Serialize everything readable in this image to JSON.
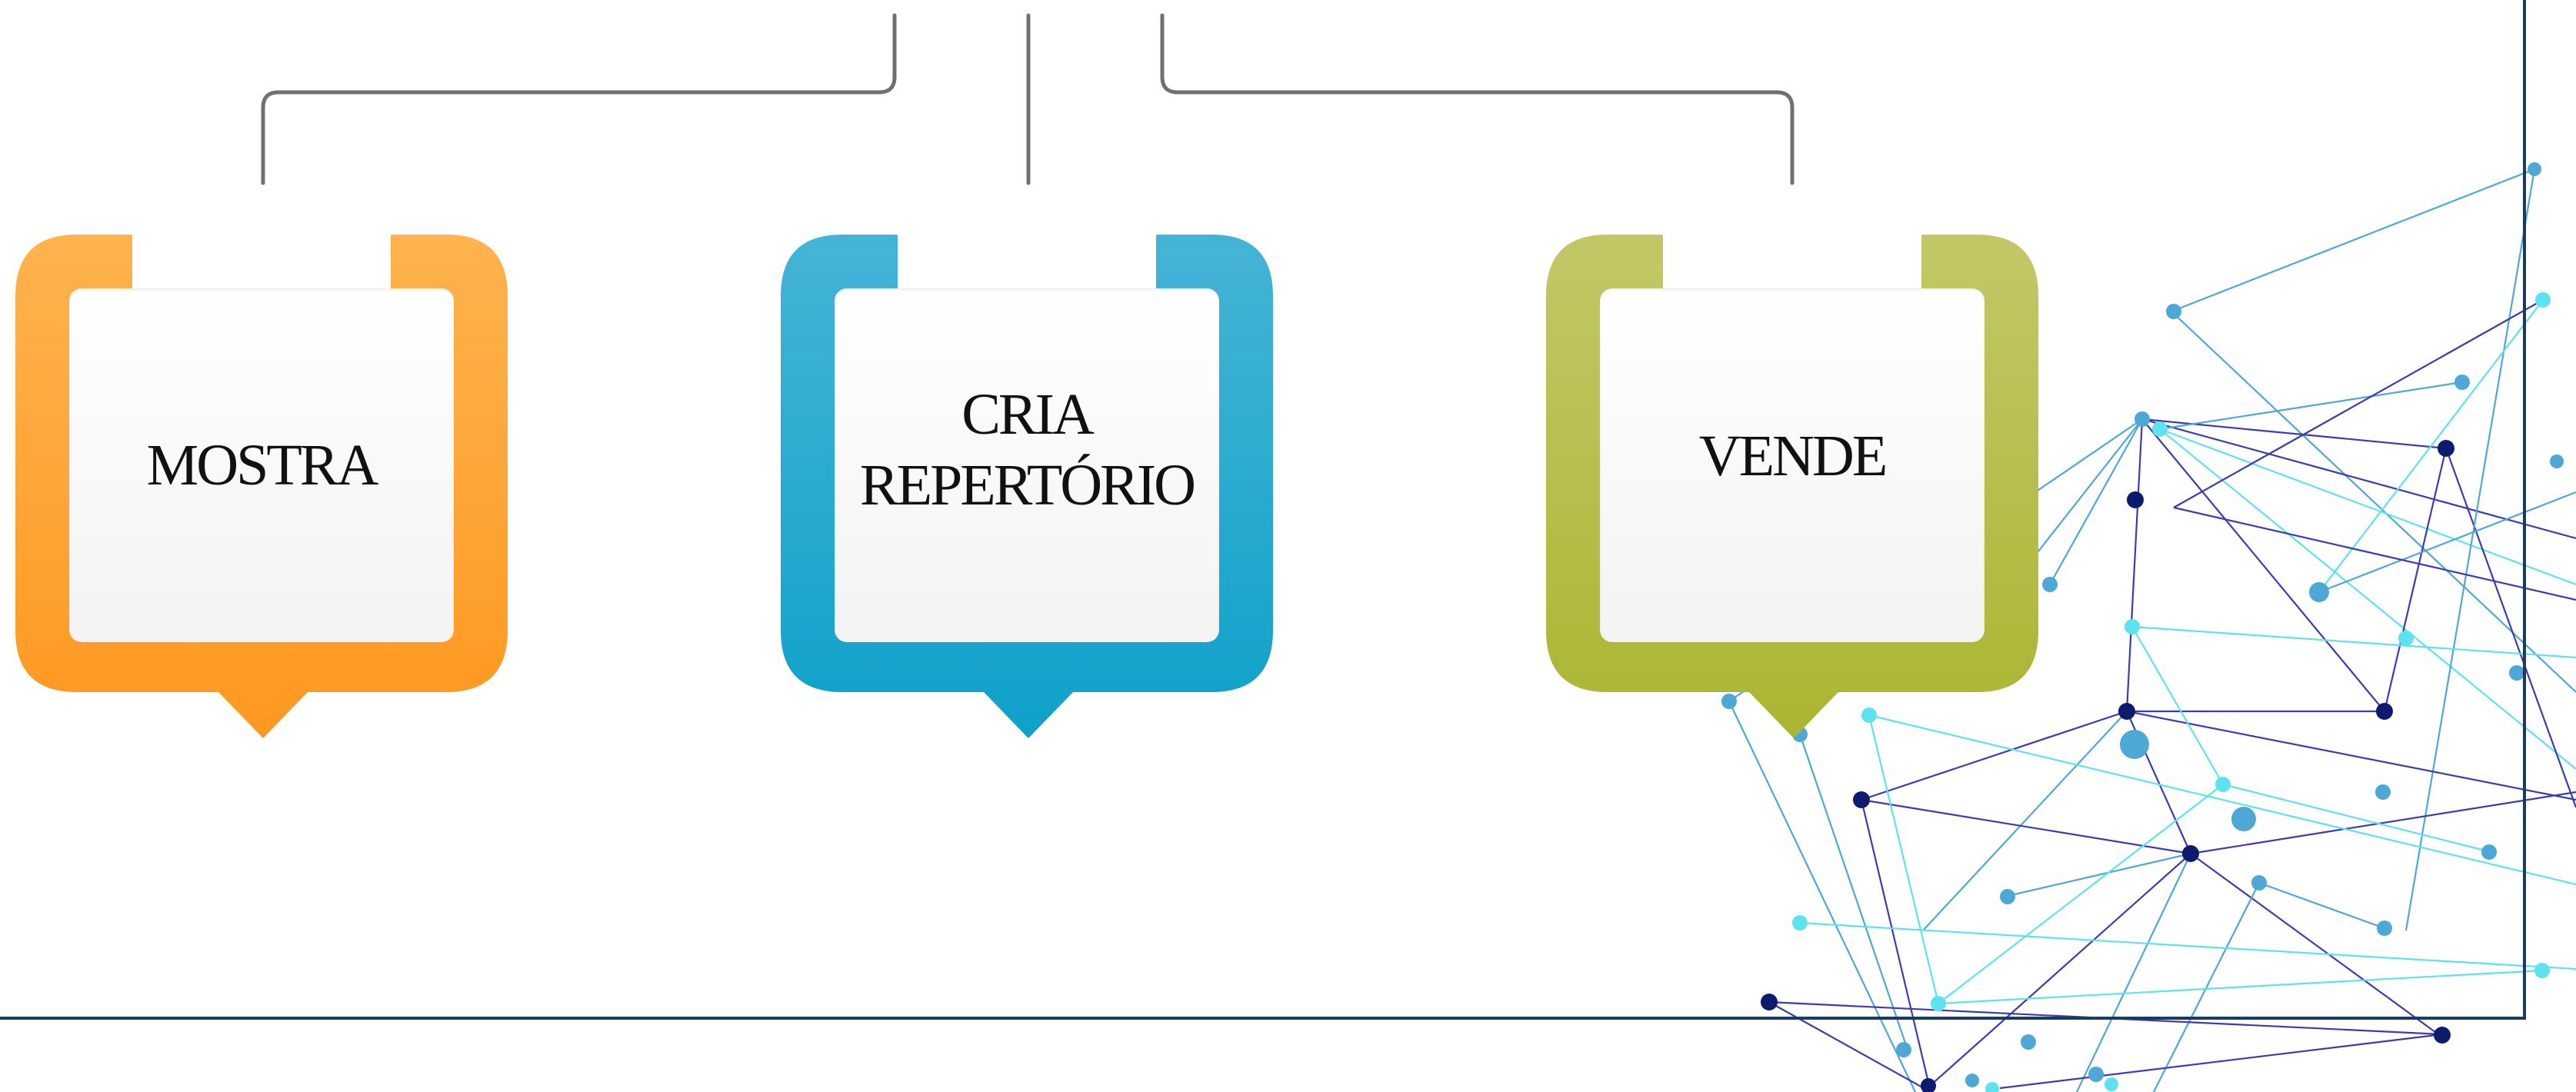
{
  "diagram": {
    "boxes": [
      {
        "label": "MOSTRA",
        "color_top": "#FDB34F",
        "color_bottom": "#FF981F"
      },
      {
        "label": "CRIA\nREPERTÓRIO",
        "color_top": "#45B4D6",
        "color_bottom": "#0EA1C9"
      },
      {
        "label": "VENDE",
        "color_top": "#C3C767",
        "color_bottom": "#ACB531"
      }
    ],
    "connector_color": "#707070",
    "border_color": "#1B3A5C",
    "network_colors": [
      "#0D1B6E",
      "#4EA8D6",
      "#5DE3F0",
      "#3D3BB0"
    ]
  }
}
